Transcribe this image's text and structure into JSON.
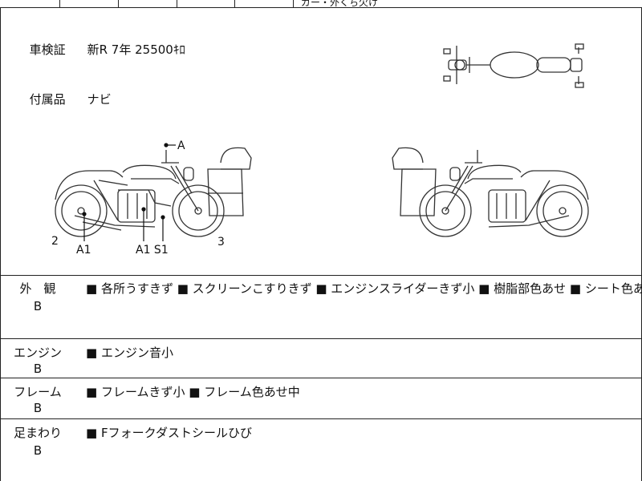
{
  "top_strip": {
    "fragment_text": "ガー・外くち欠け"
  },
  "info": {
    "inspection": {
      "label": "車検証",
      "value": "新R 7年 25500ｷﾛ"
    },
    "accessories": {
      "label": "付属品",
      "value": "ナビ"
    }
  },
  "diagram_marks": {
    "label_a": "A",
    "label_2": "2",
    "label_a1_left": "A1",
    "label_a1_s1": "A1 S1",
    "label_3": "3"
  },
  "conditions": [
    {
      "label": "外　観",
      "grade": "B",
      "text": "■ 各所うすきず ■ スクリーンこすりきず ■ エンジンスライダーきず小 ■ 樹脂部色あせ ■ シート色あせ中"
    },
    {
      "label": "エンジン",
      "grade": "B",
      "text": "■ エンジン音小"
    },
    {
      "label": "フレーム",
      "grade": "B",
      "text": "■ フレームきず小 ■ フレーム色あせ中"
    },
    {
      "label": "足まわり",
      "grade": "B",
      "text": "■ Fフォークダストシールひび"
    }
  ],
  "icons": [
    "top-view-bike-icon",
    "left-side-bike-icon",
    "right-side-bike-icon"
  ]
}
